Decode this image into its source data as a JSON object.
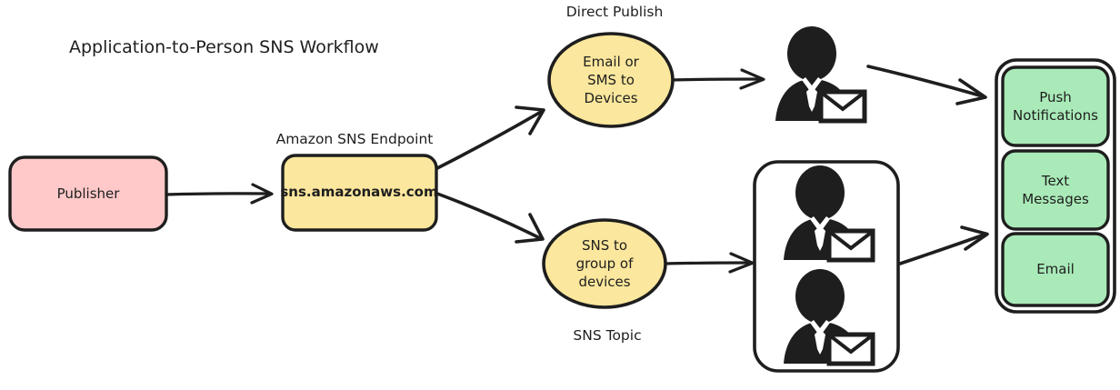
{
  "diagram": {
    "title": "Application-to-Person SNS Workflow",
    "type": "flowchart",
    "background": "#ffffff",
    "stroke_color": "#1e1e1e",
    "colors": {
      "pink": "#ffc9c9",
      "yellow": "#fbe79d",
      "green": "#a9eab8",
      "white": "#ffffff",
      "stroke": "#1e1e1e"
    },
    "nodes": {
      "publisher": {
        "label": "Publisher",
        "shape": "rounded-rect",
        "fill": "#ffc9c9"
      },
      "sns_endpoint": {
        "label": "sns.amazonaws.com",
        "caption": "Amazon SNS Endpoint",
        "shape": "rounded-rect",
        "fill": "#fbe79d"
      },
      "direct_publish": {
        "label_lines": [
          "Email or",
          "SMS to",
          "Devices"
        ],
        "caption": "Direct Publish",
        "caption_position": "above",
        "shape": "ellipse",
        "fill": "#fbe79d"
      },
      "sns_topic": {
        "label_lines": [
          "SNS to",
          "group of",
          "devices"
        ],
        "caption": "SNS Topic",
        "caption_position": "below",
        "shape": "ellipse",
        "fill": "#fbe79d"
      },
      "single_subscriber": {
        "icon": "person-with-envelope-icon",
        "count": 1
      },
      "subscriber_group": {
        "icon": "person-with-envelope-icon",
        "count": 2,
        "shape": "rounded-rect",
        "fill": "#ffffff"
      },
      "delivery_channels": {
        "shape": "rounded-rect-container",
        "items": [
          {
            "label_lines": [
              "Push",
              "Notifications"
            ],
            "fill": "#a9eab8"
          },
          {
            "label_lines": [
              "Text",
              "Messages"
            ],
            "fill": "#a9eab8"
          },
          {
            "label_lines": [
              "Email"
            ],
            "fill": "#a9eab8"
          }
        ]
      }
    },
    "edges": [
      {
        "from": "publisher",
        "to": "sns_endpoint",
        "style": "arrow"
      },
      {
        "from": "sns_endpoint",
        "to": "direct_publish",
        "style": "arrow"
      },
      {
        "from": "sns_endpoint",
        "to": "sns_topic",
        "style": "arrow"
      },
      {
        "from": "direct_publish",
        "to": "single_subscriber",
        "style": "arrow"
      },
      {
        "from": "single_subscriber",
        "to": "delivery_channels",
        "style": "arrow"
      },
      {
        "from": "sns_topic",
        "to": "subscriber_group",
        "style": "arrow"
      },
      {
        "from": "subscriber_group",
        "to": "delivery_channels",
        "style": "arrow"
      }
    ]
  }
}
